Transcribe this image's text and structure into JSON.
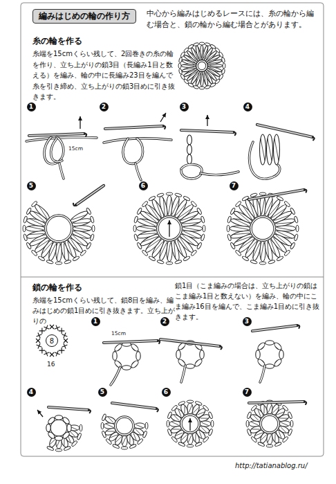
{
  "diagram": {
    "title": "編みはじめの輪の作り方",
    "nodes": [
      {
        "text": [
          "編みはじめの輪の作り方"
        ]
      },
      {
        "text": [
          "1"
        ]
      },
      {
        "text": [
          "2"
        ]
      },
      {
        "text": [
          "3"
        ]
      },
      {
        "text": [
          "4"
        ]
      },
      {
        "text": [
          "5"
        ]
      },
      {
        "text": [
          "6"
        ]
      },
      {
        "text": [
          "7"
        ]
      },
      {
        "text": [
          "8"
        ]
      },
      {
        "text": [
          "1"
        ]
      },
      {
        "text": [
          "2"
        ]
      },
      {
        "text": [
          "3"
        ]
      },
      {
        "text": [
          "4"
        ]
      },
      {
        "text": [
          "5"
        ]
      },
      {
        "text": [
          "6"
        ]
      },
      {
        "text": [
          "7"
        ]
      }
    ],
    "labels": [
      "中心から編みはじめるレースには、糸の輪から編む場合と、鎖の輪から編む場合とがあります。",
      "糸の輪を作る",
      "糸端を15cmくらい残して、2回巻きの糸の輪を作り、立ち上がりの鎖3目（長編み1目と数える）を編み、輪の中に長編み23目を編んで糸を引き締め、立ち上がりの鎖3目めに引き抜きます。",
      "15cm",
      "鎖の輪を作る",
      "糸端を15cmくらい残して、鎖8目を編み、編みはじめの鎖1目めに引き抜きます。立ち上がりの",
      "鎖1目（こま編みの場合は、立ち上がりの鎖はこま編み1目と数えない）を編み、輪の中にこま編み16目を編んで、こま編み1目めに引き抜きます。",
      "16",
      "15cm",
      "http://tatianablog.ru/"
    ]
  }
}
